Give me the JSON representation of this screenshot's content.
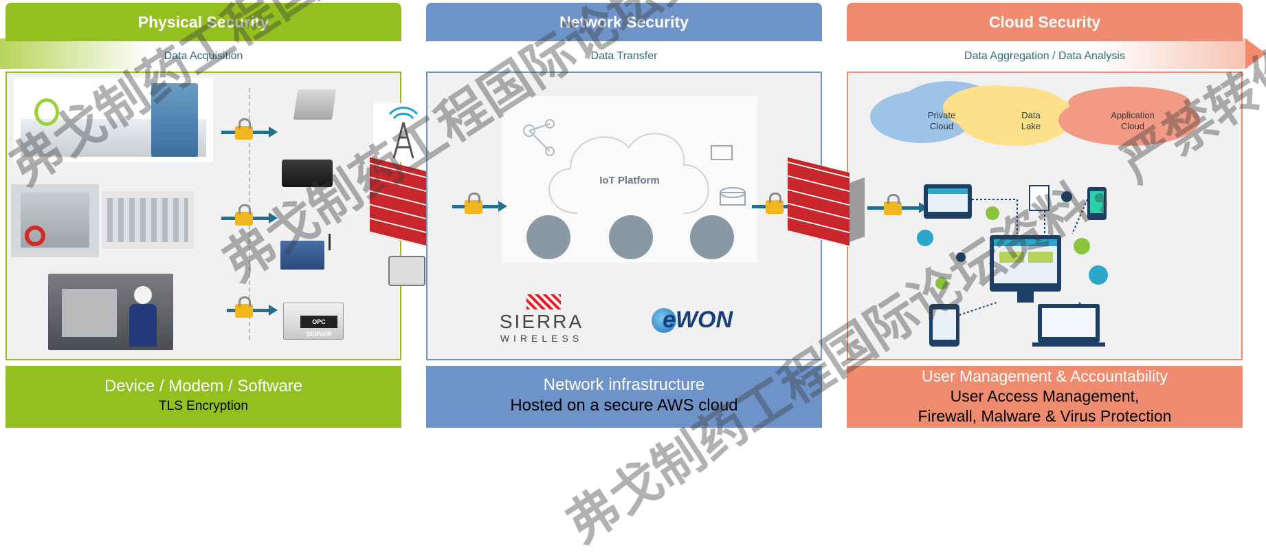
{
  "physical": {
    "title": "Physical Security",
    "subtitle": "Data Acquisition",
    "footer_line1": "Device / Modem / Software",
    "footer_line2": "TLS Encryption"
  },
  "network": {
    "title": "Network Security",
    "subtitle": "Data Transfer",
    "platform_label": "IoT Platform",
    "brand_sierra_line1": "SIERRA",
    "brand_sierra_line2": "WIRELESS",
    "brand_ewon": "eWON",
    "footer_line1": "Network infrastructure",
    "footer_line2": "Hosted on a secure AWS cloud"
  },
  "cloud": {
    "title": "Cloud Security",
    "subtitle": "Data Aggregation / Data Analysis",
    "clouds": [
      {
        "line1": "Private",
        "line2": "Cloud"
      },
      {
        "line1": "Data",
        "line2": "Lake"
      },
      {
        "line1": "Application",
        "line2": "Cloud"
      }
    ],
    "footer_line1": "User Management & Accountability",
    "footer_line2": "User Access Management,",
    "footer_line3": "Firewall, Malware & Virus Protection"
  },
  "opc_label": "OPC SERVER",
  "watermarks": [
    "弗戈制药工程国际论坛资料，严禁转作他用",
    "弗戈制药工程国际论坛资料，严禁转作他用",
    "弗戈制药工程国际论坛资料，严禁转作他用"
  ],
  "colors": {
    "physical": "#93c01f",
    "network": "#6e93c9",
    "cloud": "#ef8c70",
    "arrow": "#236e8c",
    "lock": "#f2b51e",
    "firewall": "#c8262b"
  }
}
